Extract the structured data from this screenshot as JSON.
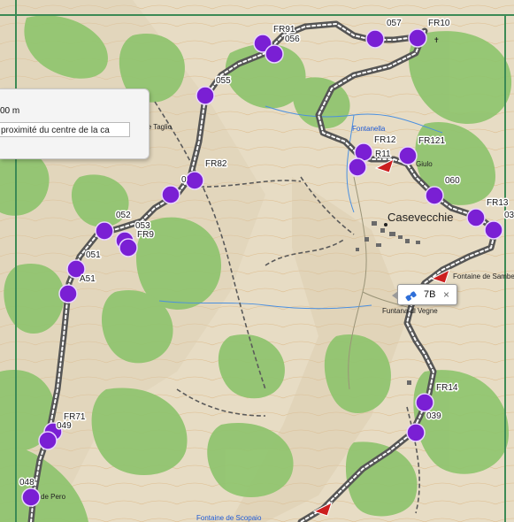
{
  "map": {
    "colors": {
      "terrain": "#e7dcc4",
      "forest": "#8fc46e",
      "route": "#555555",
      "route_dash": "#ffffff",
      "waypoint": "#7a1fd4",
      "waypoint_edge": "#e9d5ff",
      "flag": "#cc1f1f",
      "water": "#4a8fe0",
      "track": "#555555"
    },
    "town_name": "Casevecchie",
    "places": {
      "fontanella": "Fontanella",
      "giulo": "Giulo",
      "taglio": "nte Taglio",
      "fontaine_sambe": "Fontaine de Sambe",
      "fontaine_funtana": "Funtana di Vegne",
      "pero": "de Pero",
      "scopaio": "Fontaine de Scopaio"
    },
    "waypoints": [
      {
        "label": "FR91"
      },
      {
        "label": "056"
      },
      {
        "label": "057"
      },
      {
        "label": "FR10"
      },
      {
        "label": "055"
      },
      {
        "label": "FR12"
      },
      {
        "label": "FR121"
      },
      {
        "label": "R11"
      },
      {
        "label": "FR82"
      },
      {
        "label": "0"
      },
      {
        "label": "060"
      },
      {
        "label": "FR13"
      },
      {
        "label": "03"
      },
      {
        "label": "052"
      },
      {
        "label": "053"
      },
      {
        "label": "FR9"
      },
      {
        "label": "051"
      },
      {
        "label": "A51"
      },
      {
        "label": "FR14"
      },
      {
        "label": "039"
      },
      {
        "label": "FR71"
      },
      {
        "label": "049"
      },
      {
        "label": "048"
      }
    ]
  },
  "search_panel": {
    "distance": "00 m",
    "address": "proximité du centre de la ca"
  },
  "tooltip": {
    "icon": "binoculars-icon",
    "label": "7B",
    "close_symbol": "×"
  }
}
